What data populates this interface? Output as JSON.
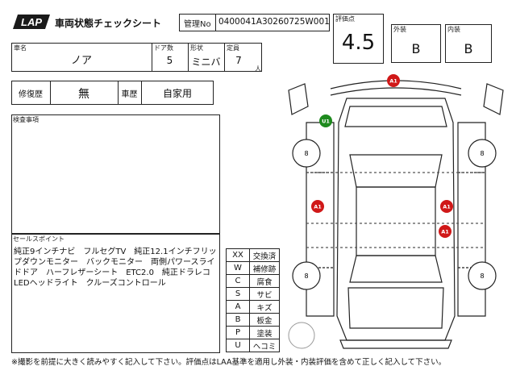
{
  "header": {
    "logo_text": "LAP",
    "title": "車両状態チェックシート",
    "kanri_label": "管理No",
    "kanri_value": "0400041A30260725W001"
  },
  "score": {
    "label": "評価点",
    "value": "4.5",
    "exterior_label": "外装",
    "exterior_value": "B",
    "interior_label": "内装",
    "interior_value": "B"
  },
  "vehicle": {
    "name_label": "車名",
    "name_value": "ノア",
    "doors_label": "ドア数",
    "doors_value": "5",
    "shape_label": "形状",
    "shape_value": "ミニバ",
    "capacity_label": "定員",
    "capacity_value": "7",
    "capacity_unit": "人"
  },
  "history": {
    "repair_label": "修復歴",
    "repair_value": "無",
    "usage_label": "車歴",
    "usage_value": "自家用"
  },
  "inspection": {
    "label": "検査事項"
  },
  "sales": {
    "label": "セールスポイント",
    "text": "純正9インチナビ　フルセグTV　純正12.1インチフリップダウンモニター　バックモニター　両側パワースライドドア　ハーフレザーシート　ETC2.0　純正ドラレコ　LEDヘッドライト　クルーズコントロール"
  },
  "legend": [
    {
      "code": "XX",
      "meaning": "交換済"
    },
    {
      "code": "W",
      "meaning": "補修跡"
    },
    {
      "code": "C",
      "meaning": "腐食"
    },
    {
      "code": "S",
      "meaning": "サビ"
    },
    {
      "code": "A",
      "meaning": "キズ"
    },
    {
      "code": "B",
      "meaning": "板金"
    },
    {
      "code": "P",
      "meaning": "塗装"
    },
    {
      "code": "U",
      "meaning": "ヘコミ"
    }
  ],
  "markers": [
    {
      "code": "A1",
      "color": "#d01818",
      "area": "front-bumper"
    },
    {
      "code": "U1",
      "color": "#1e8a1e",
      "area": "front-left-fender"
    },
    {
      "code": "A1",
      "color": "#d01818",
      "area": "left-side"
    },
    {
      "code": "A1",
      "color": "#d01818",
      "area": "right-front-door"
    },
    {
      "code": "A1",
      "color": "#d01818",
      "area": "right-rear-door"
    }
  ],
  "tires": [
    "8",
    "8",
    "8",
    "8"
  ],
  "footer": "※撮影を前提に大きく読みやすく記入して下さい。評価点はLAA基準を適用し外装・内装評価を含めて正しく記入して下さい。",
  "colors": {
    "damage": "#d01818",
    "dent": "#1e8a1e",
    "line": "#222222"
  }
}
